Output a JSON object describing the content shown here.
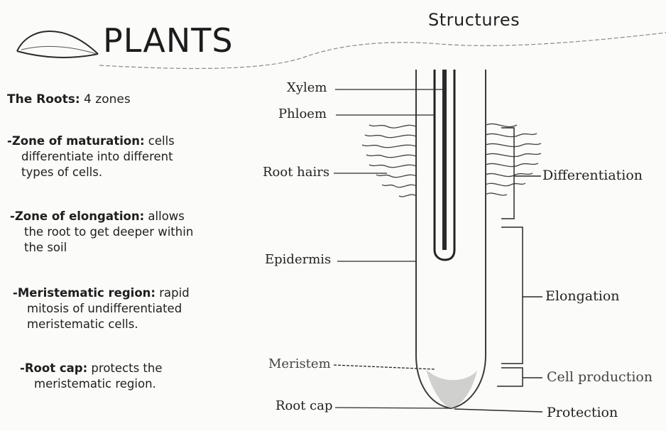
{
  "header": {
    "title": "PLANTS",
    "subtitle": "Structures"
  },
  "roots": {
    "heading_bold": "The Roots:",
    "heading_rest": " 4 zones",
    "zones": [
      {
        "name": "-Zone of maturation:",
        "line1_rest": " cells",
        "lines": [
          "differentiate into different",
          "types of cells."
        ]
      },
      {
        "name": "-Zone of elongation:",
        "line1_rest": " allows",
        "lines": [
          "the root to get deeper within",
          "the soil"
        ]
      },
      {
        "name": "-Meristematic region:",
        "line1_rest": " rapid",
        "lines": [
          "mitosis of undifferentiated",
          "meristematic cells."
        ]
      },
      {
        "name": "-Root cap:",
        "line1_rest": " protects the",
        "lines": [
          "meristematic region."
        ]
      }
    ]
  },
  "diagram": {
    "left_labels": [
      "Xylem",
      "Phloem",
      "Root hairs",
      "Epidermis",
      "Meristem",
      "Root cap"
    ],
    "right_labels": [
      "Differentiation",
      "Elongation",
      "Cell production",
      "Protection"
    ]
  }
}
